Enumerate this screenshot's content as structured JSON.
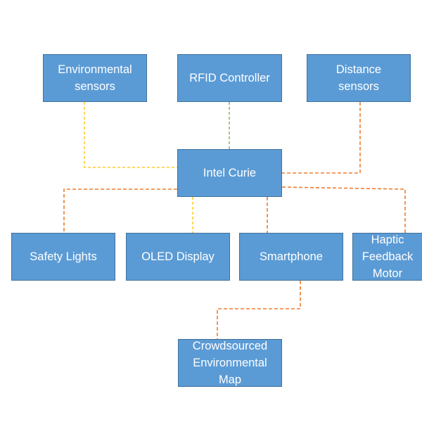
{
  "diagram": {
    "nodes": {
      "environmental_sensors": "Environmental\nsensors",
      "rfid_controller": "RFID Controller",
      "distance_sensors": "Distance\nsensors",
      "intel_curie": "Intel Curie",
      "safety_lights": "Safety Lights",
      "oled_display": "OLED Display",
      "smartphone": "Smartphone",
      "haptic_feedback_motor": "Haptic\nFeedback\nMotor",
      "crowdsourced_map": "Crowdsourced\nEnvironmental\nMap"
    },
    "connectors": [
      {
        "from": "environmental_sensors",
        "to": "intel_curie",
        "color": "#ffc000"
      },
      {
        "from": "rfid_controller",
        "to": "intel_curie",
        "color": "#70ad47"
      },
      {
        "from": "distance_sensors",
        "to": "intel_curie",
        "color": "#ed7d31"
      },
      {
        "from": "intel_curie",
        "to": "safety_lights",
        "color": "#ed7d31"
      },
      {
        "from": "intel_curie",
        "to": "oled_display",
        "color": "#ffc000"
      },
      {
        "from": "intel_curie",
        "to": "smartphone",
        "color": "#ed7d31"
      },
      {
        "from": "intel_curie",
        "to": "haptic_feedback_motor",
        "color": "#ed7d31"
      },
      {
        "from": "smartphone",
        "to": "crowdsourced_map",
        "color": "#ed7d31"
      }
    ],
    "colors": {
      "node_fill": "#5b9bd5",
      "node_border": "#41719c",
      "node_text": "#ffffff"
    }
  }
}
